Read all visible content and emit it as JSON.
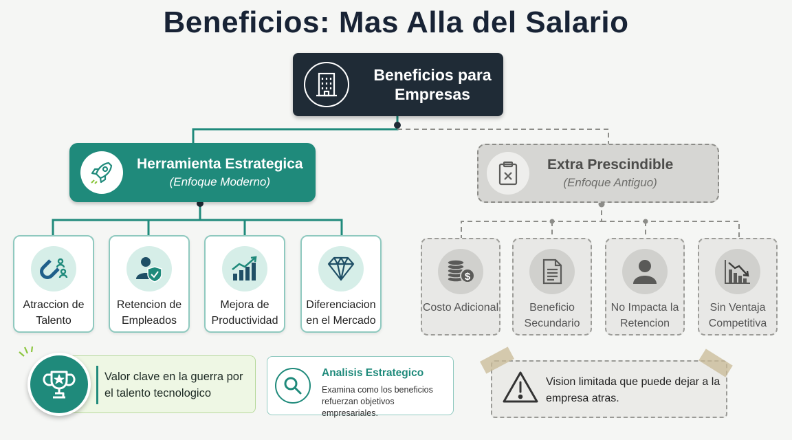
{
  "title": "Beneficios: Mas Alla del Salario",
  "root": {
    "label": "Beneficios para Empresas",
    "icon": "building-icon"
  },
  "left_branch": {
    "title": "Herramienta Estrategica",
    "subtitle": "(Enfoque Moderno)",
    "icon": "rocket-icon",
    "color": "#1f8a7b",
    "cards": [
      {
        "label": "Atraccion de Talento",
        "icon": "magnet-people-icon"
      },
      {
        "label": "Retencion de Empleados",
        "icon": "person-shield-icon"
      },
      {
        "label": "Mejora de Productividad",
        "icon": "growth-chart-icon"
      },
      {
        "label": "Diferenciacion en el Mercado",
        "icon": "diamond-icon"
      }
    ]
  },
  "right_branch": {
    "title": "Extra Prescindible",
    "subtitle": "(Enfoque Antiguo)",
    "icon": "clipboard-x-icon",
    "color": "#8c8c88",
    "cards": [
      {
        "label": "Costo Adicional",
        "icon": "coins-dollar-icon"
      },
      {
        "label": "Beneficio Secundario",
        "icon": "document-icon"
      },
      {
        "label": "No Impacta la Retencion",
        "icon": "person-icon"
      },
      {
        "label": "Sin Ventaja Competitiva",
        "icon": "declining-chart-icon"
      }
    ]
  },
  "bottom": {
    "valor": {
      "text": "Valor clave en la guerra por el talento tecnologico",
      "icon": "trophy-icon"
    },
    "analisis": {
      "title": "Analisis Estrategico",
      "text": "Examina como los beneficios refuerzan objetivos empresariales.",
      "icon": "magnifier-icon"
    },
    "vision": {
      "text": "Vision limitada que puede dejar a la empresa atras.",
      "icon": "warning-icon"
    }
  }
}
